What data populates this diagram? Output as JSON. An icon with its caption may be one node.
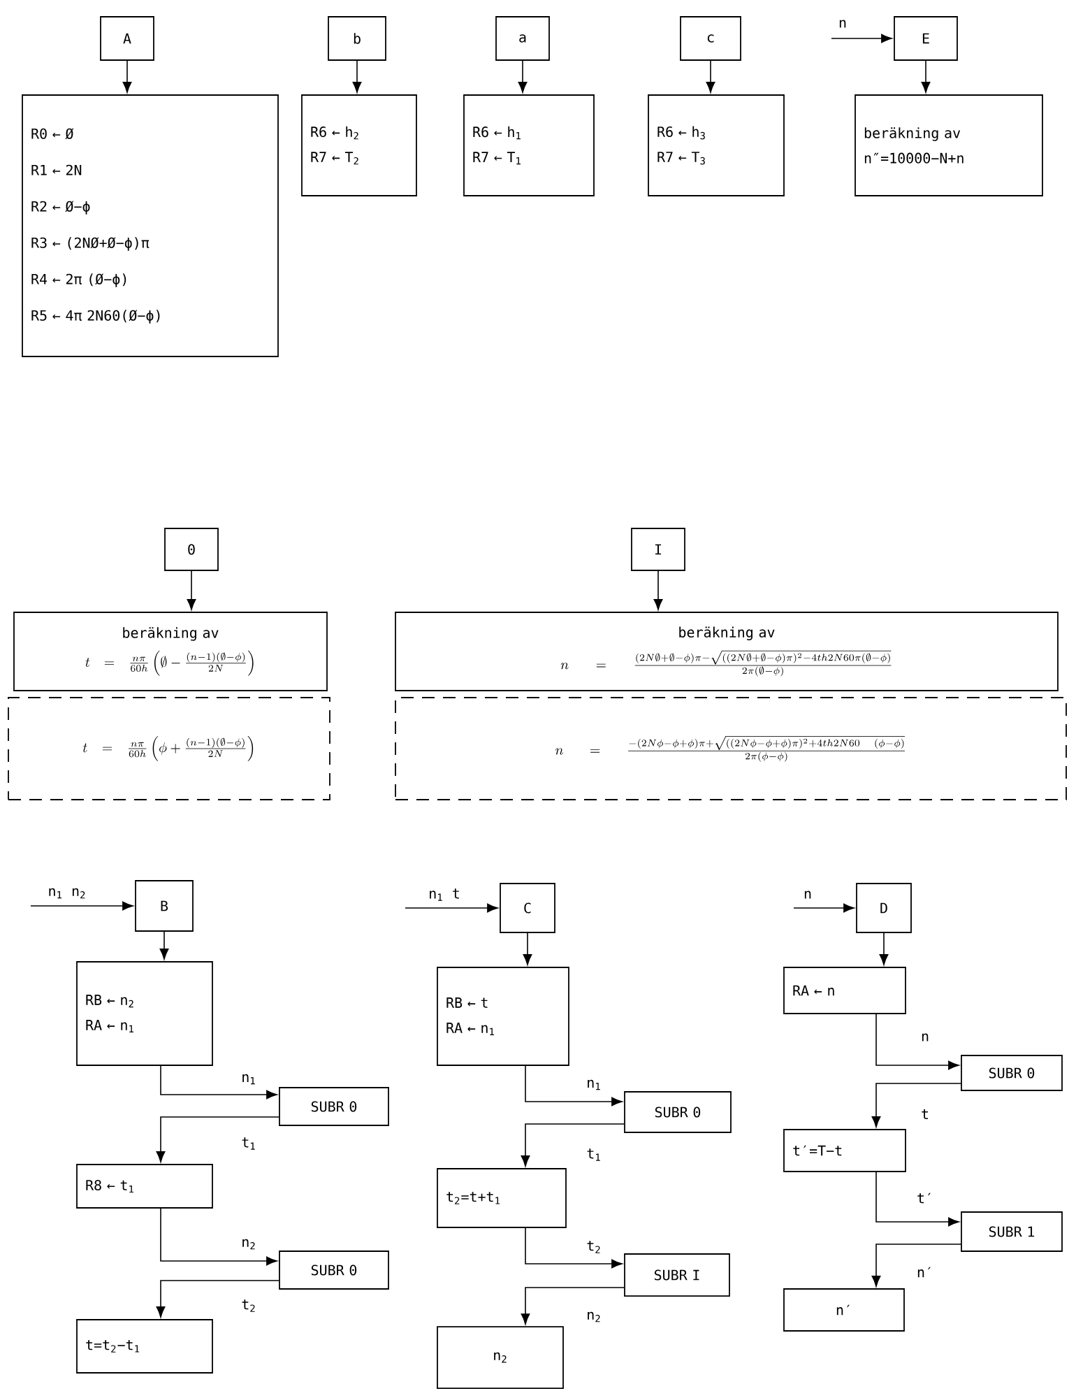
{
  "diagram": {
    "nodes": [
      {
        "text": [
          "A"
        ]
      },
      {
        "text": [
          "R0 ← Ø",
          "R1 ← 2N",
          "R2 ← Ø−ϕ",
          "R3 ← (2NØ+Ø−ϕ)π",
          "R4 ← 2π (Ø−ϕ)",
          "R5 ← 4π 2N60(Ø−ϕ)"
        ]
      },
      {
        "text": [
          "b"
        ]
      },
      {
        "text": [
          "R6 ← h$_{2}$",
          "R7 ← T$_{2}$"
        ]
      },
      {
        "text": [
          "a"
        ]
      },
      {
        "text": [
          "R6 ← h$_{1}$",
          "R7 ← T$_{1}$"
        ]
      },
      {
        "text": [
          "c"
        ]
      },
      {
        "text": [
          "R6 ← h$_{3}$",
          "R7 ← T$_{3}$"
        ]
      },
      {
        "text": [
          "E"
        ]
      },
      {
        "text": [
          "beräkning av",
          "n″=10000−N+n"
        ]
      },
      {
        "text": [
          "0"
        ]
      },
      {
        "text": [
          "beräkning av",
          "t=\\frac{n\\pi}{60h}\\left(\\emptyset-\\frac{(n-1)(\\emptyset-\\phi)}{2N}\\right)"
        ]
      },
      {
        "text": [
          "t=\\frac{n\\pi}{60h}\\left(\\phi+\\frac{(n-1)(\\emptyset-\\phi)}{2N}\\right)"
        ]
      },
      {
        "text": [
          "I"
        ]
      },
      {
        "text": [
          "beräkning av",
          "n=\\frac{(2N\\emptyset+\\emptyset-\\phi)\\pi-\\sqrt{((2N\\emptyset+\\emptyset-\\phi)\\pi)^2-4th2N60\\pi(\\emptyset-\\phi)}}{2\\pi(\\emptyset-\\phi)}"
        ]
      },
      {
        "text": [
          "n=\\frac{-(2N\\phi-\\phi+\\phi)\\pi+\\sqrt{((2N\\phi-\\phi+\\phi)\\pi)^2+4th2N60\\quad(\\phi-\\phi)}}{2\\pi(\\phi-\\phi)}"
        ]
      },
      {
        "text": [
          "B"
        ]
      },
      {
        "text": [
          "RB ← n$_{2}$",
          "RA ← n$_{1}$"
        ]
      },
      {
        "text": [
          "SUBR 0"
        ]
      },
      {
        "text": [
          "R8 ← t$_{1}$"
        ]
      },
      {
        "text": [
          "SUBR 0"
        ]
      },
      {
        "text": [
          "t=t$_{2}$−t$_{1}$"
        ]
      },
      {
        "text": [
          "C"
        ]
      },
      {
        "text": [
          "RB ← t",
          "RA ← n$_{1}$"
        ]
      },
      {
        "text": [
          "SUBR 0"
        ]
      },
      {
        "text": [
          "t$_{2}$=t+t$_{1}$"
        ]
      },
      {
        "text": [
          "SUBR I"
        ]
      },
      {
        "text": [
          "n$_{2}$"
        ]
      },
      {
        "text": [
          "D"
        ]
      },
      {
        "text": [
          "RA ← n"
        ]
      },
      {
        "text": [
          "SUBR 0"
        ]
      },
      {
        "text": [
          "t′=T−t"
        ]
      },
      {
        "text": [
          "SUBR 1"
        ]
      },
      {
        "text": [
          "n′"
        ]
      }
    ],
    "edges": [
      {
        "from": 0,
        "to": 1,
        "arrow": "to"
      },
      {
        "from": 2,
        "to": 3,
        "arrow": "to"
      },
      {
        "from": 4,
        "to": 5,
        "arrow": "to"
      },
      {
        "from": 6,
        "to": 7,
        "arrow": "to"
      },
      {
        "from": null,
        "to": 8,
        "arrow": "to",
        "label": "n"
      },
      {
        "from": 8,
        "to": 9,
        "arrow": "to"
      },
      {
        "from": 10,
        "to": 11,
        "arrow": "to"
      },
      {
        "from": 13,
        "to": 14,
        "arrow": "to"
      },
      {
        "from": null,
        "to": 16,
        "arrow": "to",
        "label": "n$_{1}$ n$_{2}$"
      },
      {
        "from": 16,
        "to": 17,
        "arrow": "to"
      },
      {
        "from": 17,
        "to": 18,
        "arrow": "to",
        "label": "n$_{1}$"
      },
      {
        "from": 18,
        "to": 19,
        "arrow": "to",
        "label": "t$_{1}$"
      },
      {
        "from": 19,
        "to": 20,
        "arrow": "to",
        "label": "n$_{2}$"
      },
      {
        "from": 20,
        "to": 21,
        "arrow": "to",
        "label": "t$_{2}$"
      },
      {
        "from": null,
        "to": 22,
        "arrow": "to",
        "label": "n$_{1}$ t"
      },
      {
        "from": 22,
        "to": 23,
        "arrow": "to"
      },
      {
        "from": 23,
        "to": 24,
        "arrow": "to",
        "label": "n$_{1}$"
      },
      {
        "from": 24,
        "to": 25,
        "arrow": "to",
        "label": "t$_{1}$"
      },
      {
        "from": 25,
        "to": 26,
        "arrow": "to",
        "label": "t$_{2}$"
      },
      {
        "from": 26,
        "to": 27,
        "arrow": "to",
        "label": "n$_{2}$"
      },
      {
        "from": null,
        "to": 28,
        "arrow": "to",
        "label": "n"
      },
      {
        "from": 28,
        "to": 29,
        "arrow": "to"
      },
      {
        "from": 29,
        "to": 30,
        "arrow": "to",
        "label": "n"
      },
      {
        "from": 30,
        "to": 31,
        "arrow": "to",
        "label": "t"
      },
      {
        "from": 31,
        "to": 32,
        "arrow": "to",
        "label": "t′"
      },
      {
        "from": 32,
        "to": 33,
        "arrow": "to",
        "label": "n′"
      }
    ]
  }
}
